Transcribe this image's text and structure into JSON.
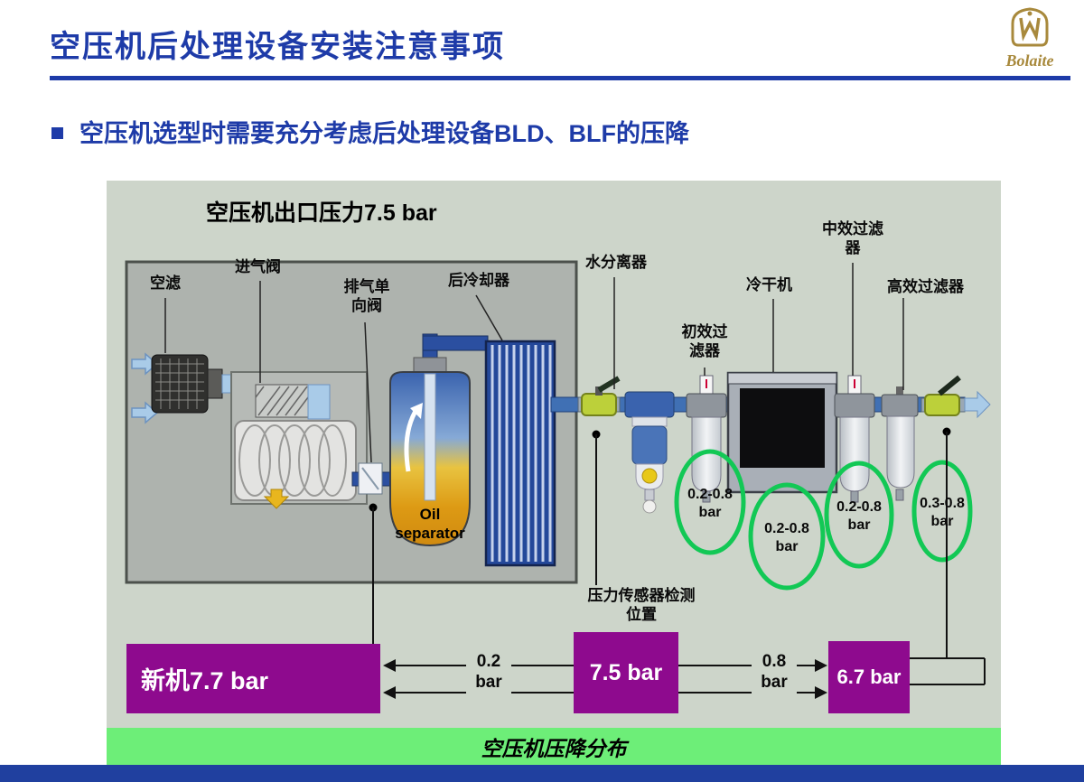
{
  "slide": {
    "title": "空压机后处理设备安装注意事项",
    "logo": {
      "brand": "Bolaite"
    },
    "bullet_text": "空压机选型时需要充分考虑后处理设备BLD、BLF的压降"
  },
  "diagram": {
    "outlet_pressure": "空压机出口压力7.5 bar",
    "labels": {
      "air_filter": "空滤",
      "intake_valve": "进气阀",
      "check_valve_l1": "排气单",
      "check_valve_l2": "向阀",
      "aftercooler": "后冷却器",
      "water_separator": "水分离器",
      "pre_filter_l1": "初效过",
      "pre_filter_l2": "滤器",
      "dryer": "冷干机",
      "mid_filter_l1": "中效过滤",
      "mid_filter_l2": "器",
      "high_filter": "高效过滤器",
      "oil_separator_l1": "Oil",
      "oil_separator_l2": "separator"
    },
    "drops": [
      {
        "range": "0.2-0.8",
        "unit": "bar"
      },
      {
        "range": "0.2-0.8",
        "unit": "bar"
      },
      {
        "range": "0.2-0.8",
        "unit": "bar"
      },
      {
        "range": "0.3-0.8",
        "unit": "bar"
      }
    ],
    "sensor_note_l1": "压力传感器检测",
    "sensor_note_l2": "位置",
    "boxes": {
      "new_machine": "新机7.7 bar",
      "sensor_point": "7.5 bar",
      "after_treatment": "6.7 bar"
    },
    "segment_drops": {
      "left_value": "0.2",
      "left_unit": "bar",
      "right_value": "0.8",
      "right_unit": "bar"
    },
    "footer": "空压机压降分布",
    "colors": {
      "title_blue": "#1e3ba8",
      "purple_box": "#8e0a8e",
      "highlight_green": "#12c855",
      "footer_green": "#6dee78",
      "diagram_bg": "#cdd5ca"
    }
  }
}
